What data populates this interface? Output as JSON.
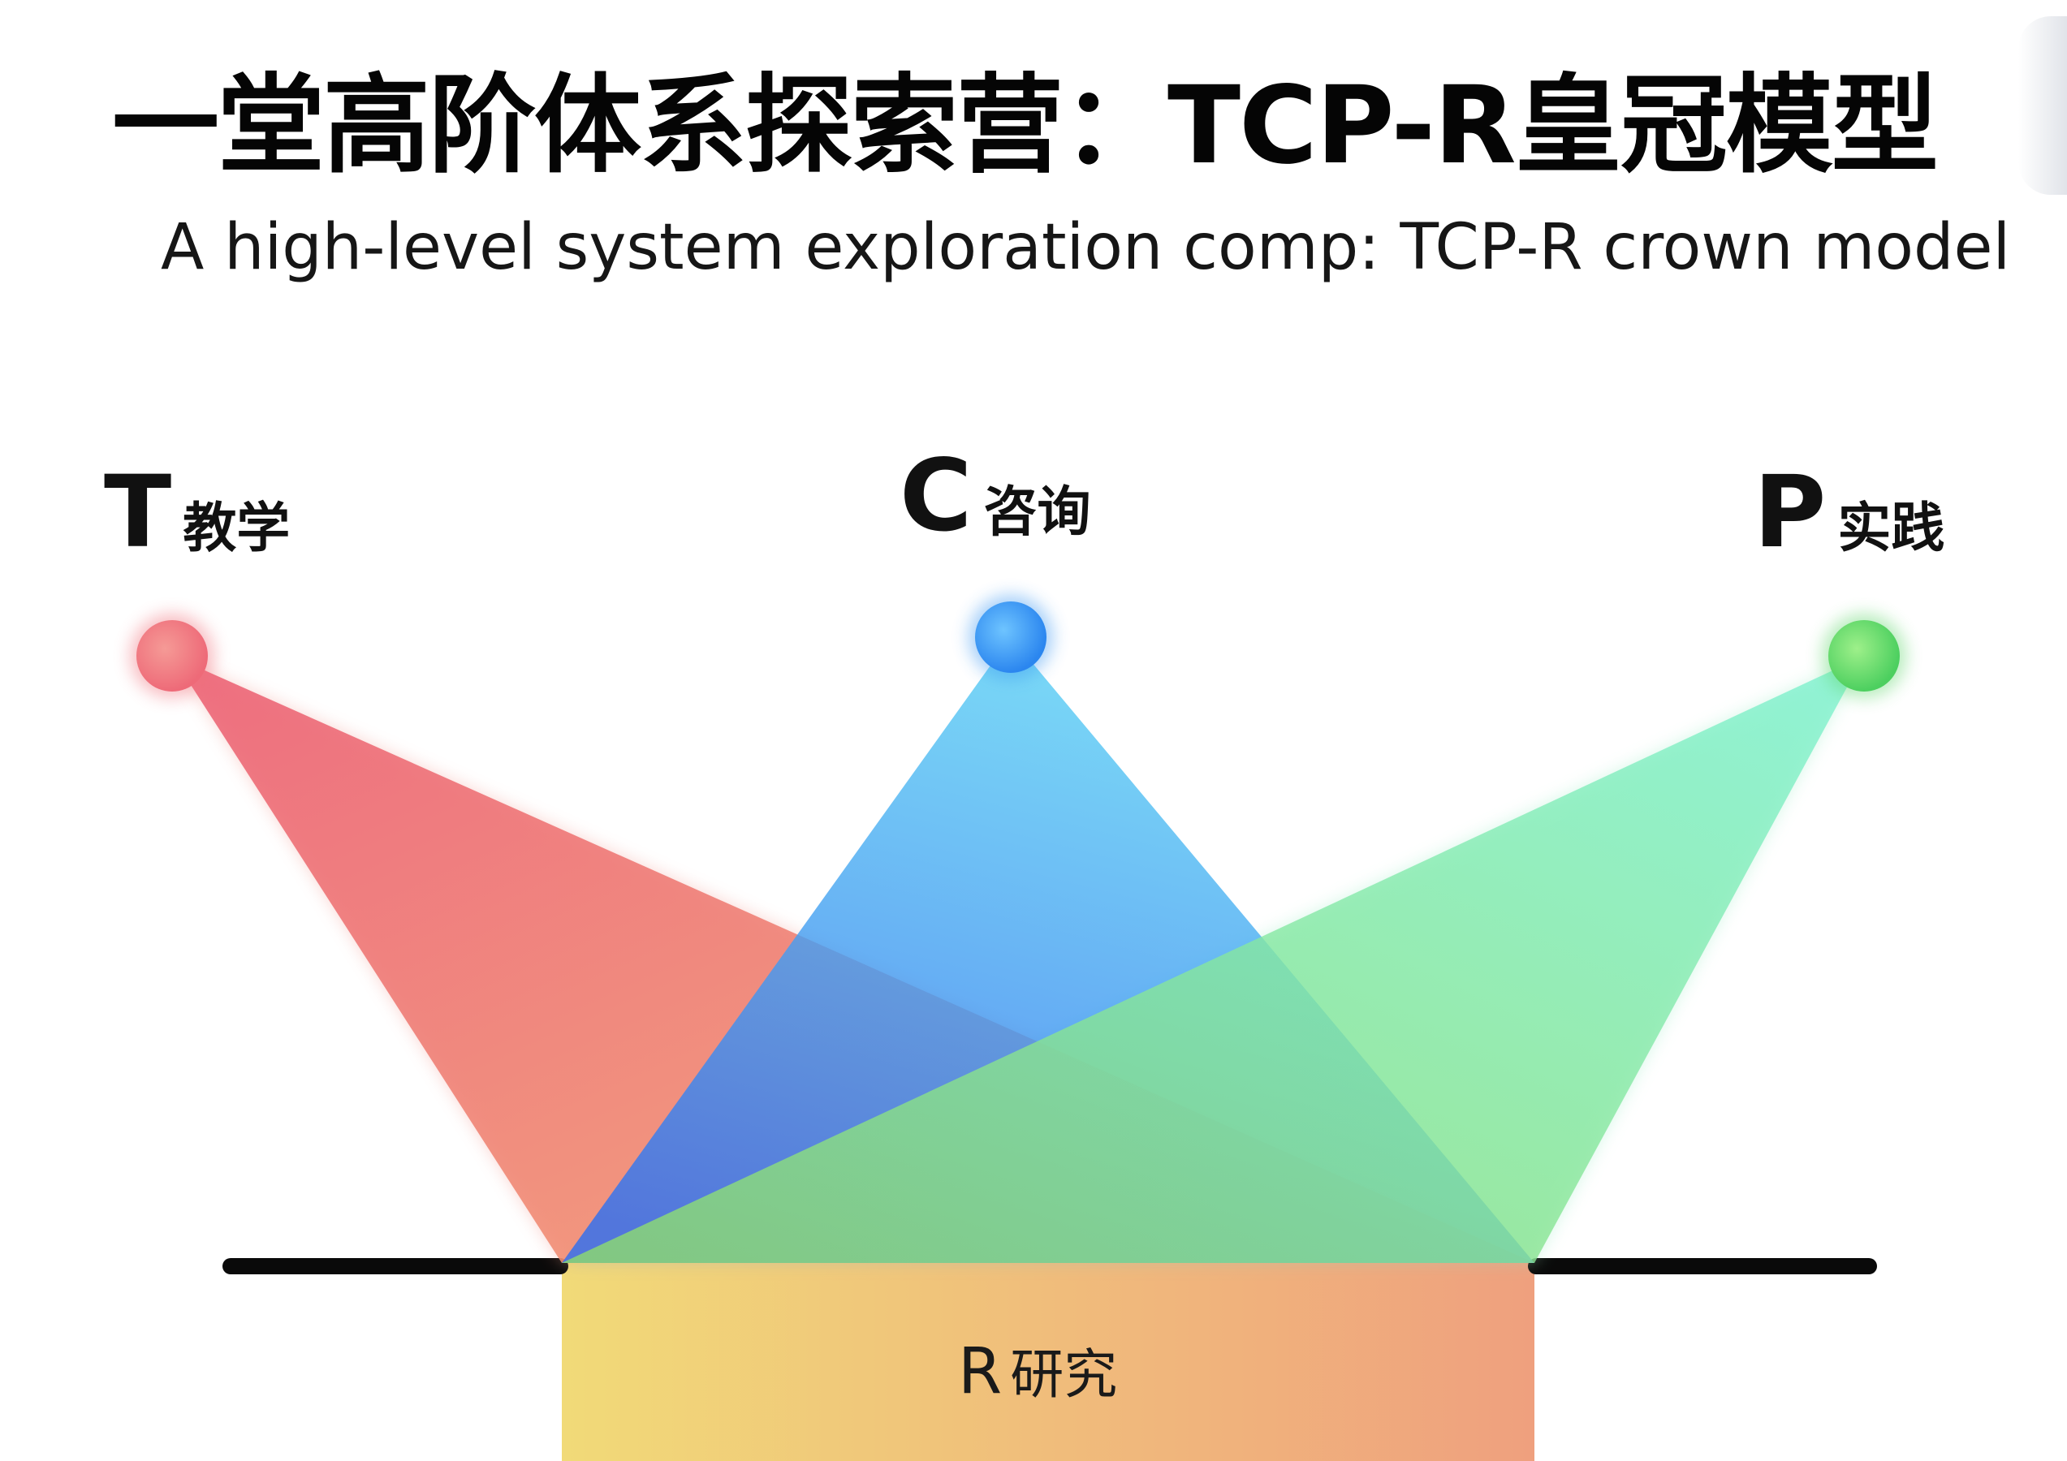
{
  "title": "一堂高阶体系探索营：TCP-R皇冠模型",
  "subtitle": "A high-level system exploration comp: TCP-R crown model",
  "nodes": {
    "teaching": {
      "letter": "T",
      "label": "教学",
      "color": "#f0707a"
    },
    "consulting": {
      "letter": "C",
      "label": "咨询",
      "color": "#3a96f2"
    },
    "practice": {
      "letter": "P",
      "label": "实践",
      "color": "#5fd66b"
    }
  },
  "research": {
    "letter": "R",
    "label": "研究",
    "color": "#f2c873"
  },
  "colors": {
    "baseline": "#0a0a0a",
    "red_top": "#ee6677",
    "red_bottom": "#f29a6e",
    "blue_top": "#58d0f2",
    "blue_bottom": "#2f78ee",
    "green_left": "#a8e07a",
    "green_right": "#7eeec8",
    "research_left": "#f0d878",
    "research_right": "#efa27c"
  }
}
